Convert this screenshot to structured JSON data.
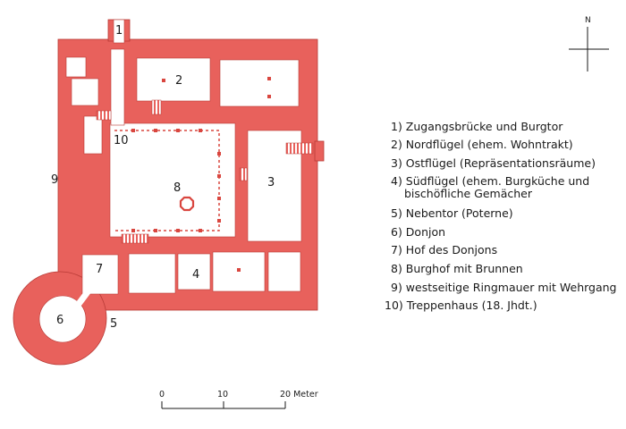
{
  "colors": {
    "wall": "#e8615c",
    "wall_stroke": "#b83a36",
    "dash": "#d9463f",
    "line": "#1a1a1a"
  },
  "plan_labels": [
    "1",
    "2",
    "3",
    "4",
    "5",
    "6",
    "7",
    "8",
    "9",
    "10"
  ],
  "legend": [
    "1) Zugangsbrücke und Burgtor",
    "2) Nordflügel (ehem. Wohntrakt)",
    "3) Ostflügel (Repräsentationsräume)",
    "4) Südflügel (ehem. Burgküche und",
    "bischöfliche Gemächer",
    "5) Nebentor (Poterne)",
    "6) Donjon",
    "7) Hof des Donjons",
    "8) Burghof mit Brunnen",
    "9) westseitige Ringmauer mit Wehrgang",
    "10) Treppenhaus (18. Jhdt.)"
  ],
  "compass": {
    "north": "N"
  },
  "scale": {
    "ticks": [
      "0",
      "10",
      "20 Meter"
    ]
  }
}
